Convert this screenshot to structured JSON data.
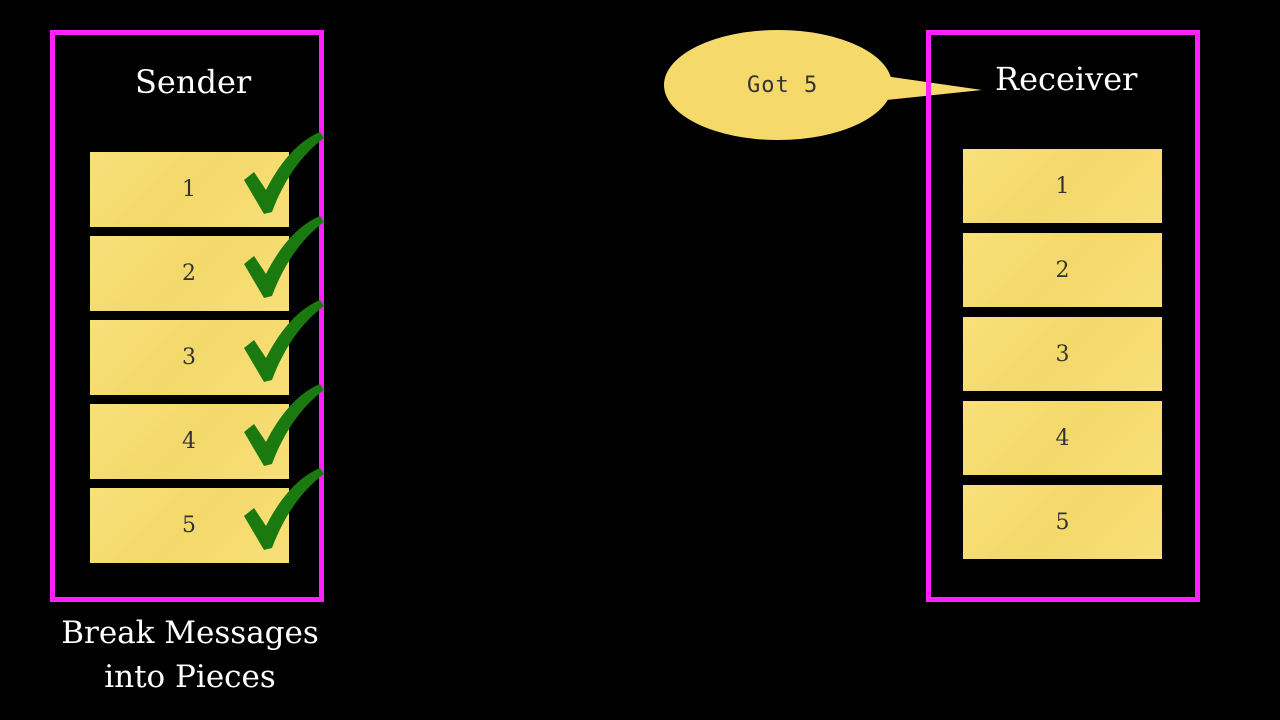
{
  "sender": {
    "title": "Sender",
    "pieces": [
      "1",
      "2",
      "3",
      "4",
      "5"
    ],
    "acknowledged": [
      true,
      true,
      true,
      true,
      true
    ]
  },
  "receiver": {
    "title": "Receiver",
    "pieces": [
      "1",
      "2",
      "3",
      "4",
      "5"
    ]
  },
  "speech_bubble": {
    "text": "Got 5"
  },
  "caption": {
    "line1": "Break Messages",
    "line2": "into Pieces"
  },
  "colors": {
    "background": "#000000",
    "panel_border": "#ff20ff",
    "piece_fill": "#f7dd72",
    "check": "#1a7a10",
    "bubble_fill": "#f5d96b"
  },
  "icons": {
    "check": "checkmark-icon"
  }
}
